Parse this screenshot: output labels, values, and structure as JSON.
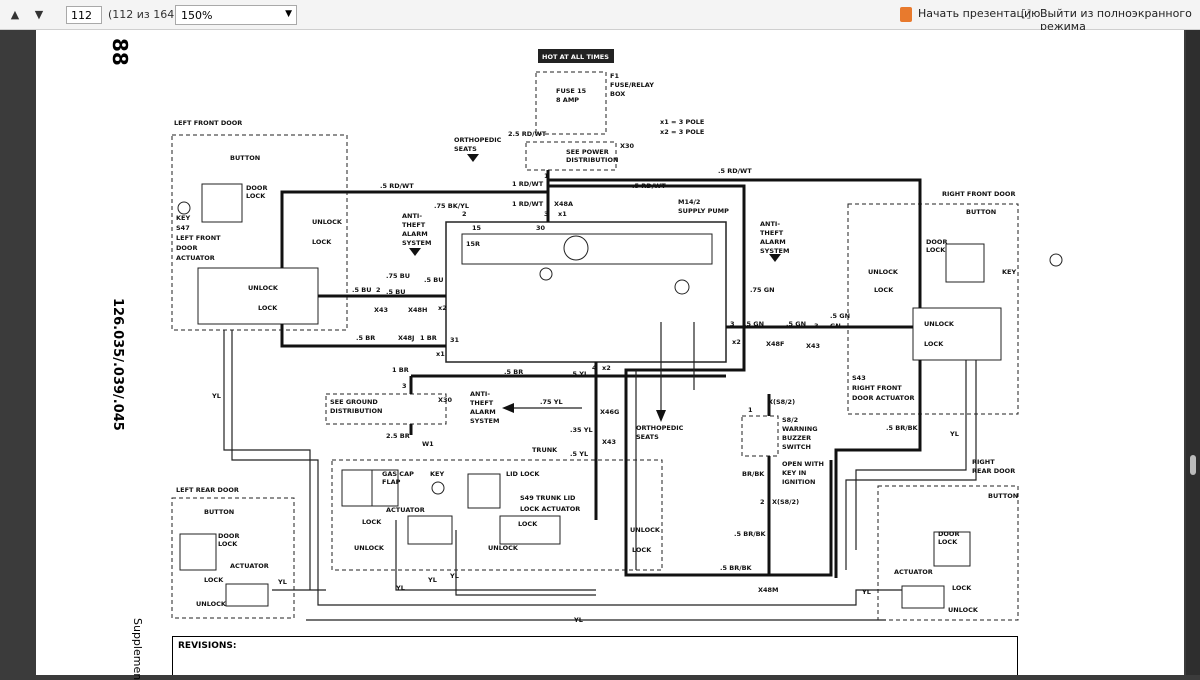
{
  "toolbar": {
    "page_number": "112",
    "page_count": "(112 из 164)",
    "zoom": "150%",
    "presentation_label": "Начать презентацию",
    "exit_fullscreen_label": "Выйти из полноэкранного режима",
    "prev_icon": "arrow-up-icon",
    "next_icon": "arrow-down-icon"
  },
  "document": {
    "page_number_fragment": "88",
    "model_codes": "126.035/.039/.045",
    "supplement_label": "Supplemen",
    "revisions_label": "REVISIONS:",
    "hot_at_all_times": "HOT AT ALL TIMES",
    "f1": "F1",
    "fuse_relay_box": "FUSE/RELAY",
    "box": "BOX",
    "fuse15": "FUSE 15",
    "amp8": "8 AMP",
    "pole_note1": "x1 = 3 POLE",
    "pole_note2": "x2 = 3 POLE",
    "x30": "X30",
    "see_power_distribution": "SEE POWER",
    "distribution": "DISTRIBUTION",
    "wire_25rdwt": "2.5 RD/WT",
    "orthopedic_seats": "ORTHOPEDIC",
    "seats": "SEATS",
    "wire_1rdwt": "1 RD/WT",
    "x48a": "X48A",
    "x1": "x1",
    "x2": "x2",
    "wire_5rdwt": ".5 RD/WT",
    "wire_75bkyl": ".75 BK/YL",
    "m14_2": "M14/2",
    "supply_pump": "SUPPLY PUMP",
    "left_front_door": "LEFT FRONT DOOR",
    "button": "BUTTON",
    "door": "DOOR",
    "lock": "LOCK",
    "unlock": "UNLOCK",
    "key": "KEY",
    "s47": "S47",
    "left_front": "LEFT FRONT",
    "door_actuator": "DOOR",
    "actuator": "ACTUATOR",
    "anti": "ANTI-",
    "theft": "THEFT",
    "alarm": "ALARM",
    "system": "SYSTEM",
    "wire_75bu": ".75 BU",
    "wire_5bu": ".5 BU",
    "x43": "X43",
    "x48h": "X48H",
    "wire_5br": ".5 BR",
    "x48j": "X48J",
    "wire_1br": "1 BR",
    "wire_75gn": ".75 GN",
    "wire_5gn": ".5 GN",
    "x48f": "X48F",
    "gn": "GN",
    "right_front_door": "RIGHT FRONT DOOR",
    "s43": "S43",
    "right_front": "RIGHT FRONT",
    "door_actuator2": "DOOR ACTUATOR",
    "yl": "YL",
    "see_ground": "SEE GROUND",
    "w1": "W1",
    "wire_25br": "2.5 BR",
    "wire_75yl": ".75 YL",
    "wire_5yl": ".5 YL",
    "wire_35yl": ".35 YL",
    "x46g": "X46G",
    "trunk": "TRUNK",
    "x58_2": "X(S8/2)",
    "s8_2": "S8/2",
    "warning": "WARNING",
    "buzzer": "BUZZER",
    "switch": "SWITCH",
    "open_with": "OPEN WITH",
    "key_in": "KEY IN",
    "ignition": "IGNITION",
    "br_bk": "BR/BK",
    "wire_5brbk": ".5 BR/BK",
    "x48m": "X48M",
    "gas_cap": "GAS CAP",
    "flap": "FLAP",
    "lid_lock": "LID LOCK",
    "s49": "S49 TRUNK LID",
    "lock_actuator": "LOCK ACTUATOR",
    "left_rear_door": "LEFT REAR DOOR",
    "right": "RIGHT",
    "rear_door": "REAR DOOR",
    "num_1": "1",
    "num_2": "2",
    "num_3": "3",
    "num_4": "4",
    "num_15": "15",
    "num_30": "30",
    "num_31": "31",
    "num_15r": "15R"
  }
}
